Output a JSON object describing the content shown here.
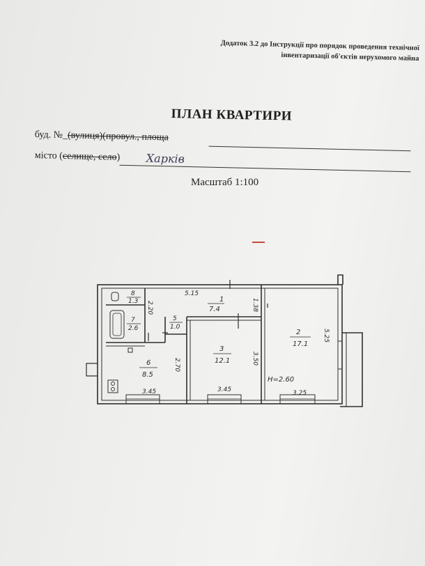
{
  "header": {
    "appendix_line1": "Додаток 3.2 до Інструкції про порядок проведення технічної",
    "appendix_line2": "інвентаризації об'єктів нерухомого майна"
  },
  "title": "ПЛАН КВАРТИРИ",
  "address": {
    "label_prefix": "буд. №_",
    "label_struck": "(вулиця)(провул., площа",
    "label_struck_tail": "",
    "handwritten_value": "",
    "city_label": "місто (",
    "city_struck": "селище, село",
    "city_suffix": ")",
    "city_value": "Харків"
  },
  "scale": "Масштаб 1:100",
  "plan": {
    "rooms": [
      {
        "number": "1",
        "area": "7.4"
      },
      {
        "number": "2",
        "area": "17.1"
      },
      {
        "number": "3",
        "area": "12.1"
      },
      {
        "number": "5",
        "area": "1.0"
      },
      {
        "number": "6",
        "area": "8.5"
      },
      {
        "number": "7",
        "area": "2.6"
      },
      {
        "number": "8",
        "area": "1.3"
      }
    ],
    "dimensions": {
      "corridor_length": "5.15",
      "corridor_width": "1.38",
      "bath_length": "2.20",
      "kitchen_width": "2.70",
      "kitchen_length": "3.45",
      "room3_length": "3.45",
      "room3_width": "3.50",
      "room2_length": "3.25",
      "room2_width": "5.25"
    },
    "ceiling_height": "H=2.60"
  },
  "colors": {
    "paper": "#efefed",
    "ink": "#2b2b2b",
    "red_mark": "#c9473c"
  }
}
